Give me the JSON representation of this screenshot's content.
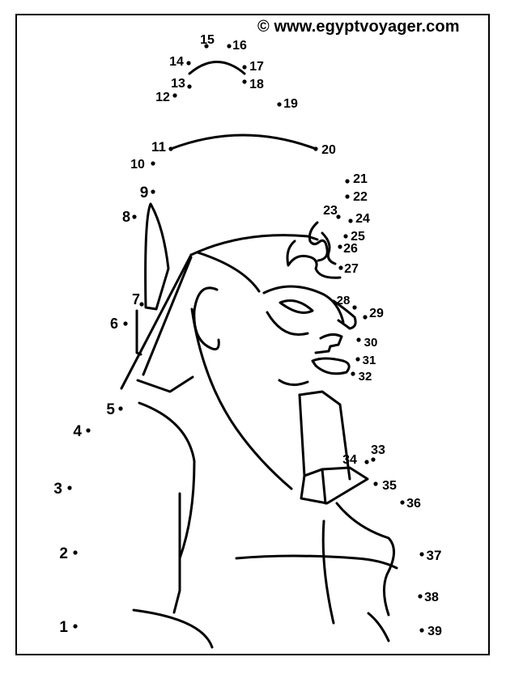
{
  "credit": "© www.egyptvoyager.com",
  "dots": [
    {
      "n": "1"
    },
    {
      "n": "2"
    },
    {
      "n": "3"
    },
    {
      "n": "4"
    },
    {
      "n": "5"
    },
    {
      "n": "6"
    },
    {
      "n": "7"
    },
    {
      "n": "8"
    },
    {
      "n": "9"
    },
    {
      "n": "10"
    },
    {
      "n": "11"
    },
    {
      "n": "12"
    },
    {
      "n": "13"
    },
    {
      "n": "14"
    },
    {
      "n": "15"
    },
    {
      "n": "16"
    },
    {
      "n": "17"
    },
    {
      "n": "18"
    },
    {
      "n": "19"
    },
    {
      "n": "20"
    },
    {
      "n": "21"
    },
    {
      "n": "22"
    },
    {
      "n": "23"
    },
    {
      "n": "24"
    },
    {
      "n": "25"
    },
    {
      "n": "26"
    },
    {
      "n": "27"
    },
    {
      "n": "28"
    },
    {
      "n": "29"
    },
    {
      "n": "30"
    },
    {
      "n": "31"
    },
    {
      "n": "32"
    },
    {
      "n": "33"
    },
    {
      "n": "34"
    },
    {
      "n": "35"
    },
    {
      "n": "36"
    },
    {
      "n": "37"
    },
    {
      "n": "38"
    },
    {
      "n": "39"
    }
  ],
  "colors": {
    "ink": "#000000",
    "paper": "#ffffff"
  }
}
